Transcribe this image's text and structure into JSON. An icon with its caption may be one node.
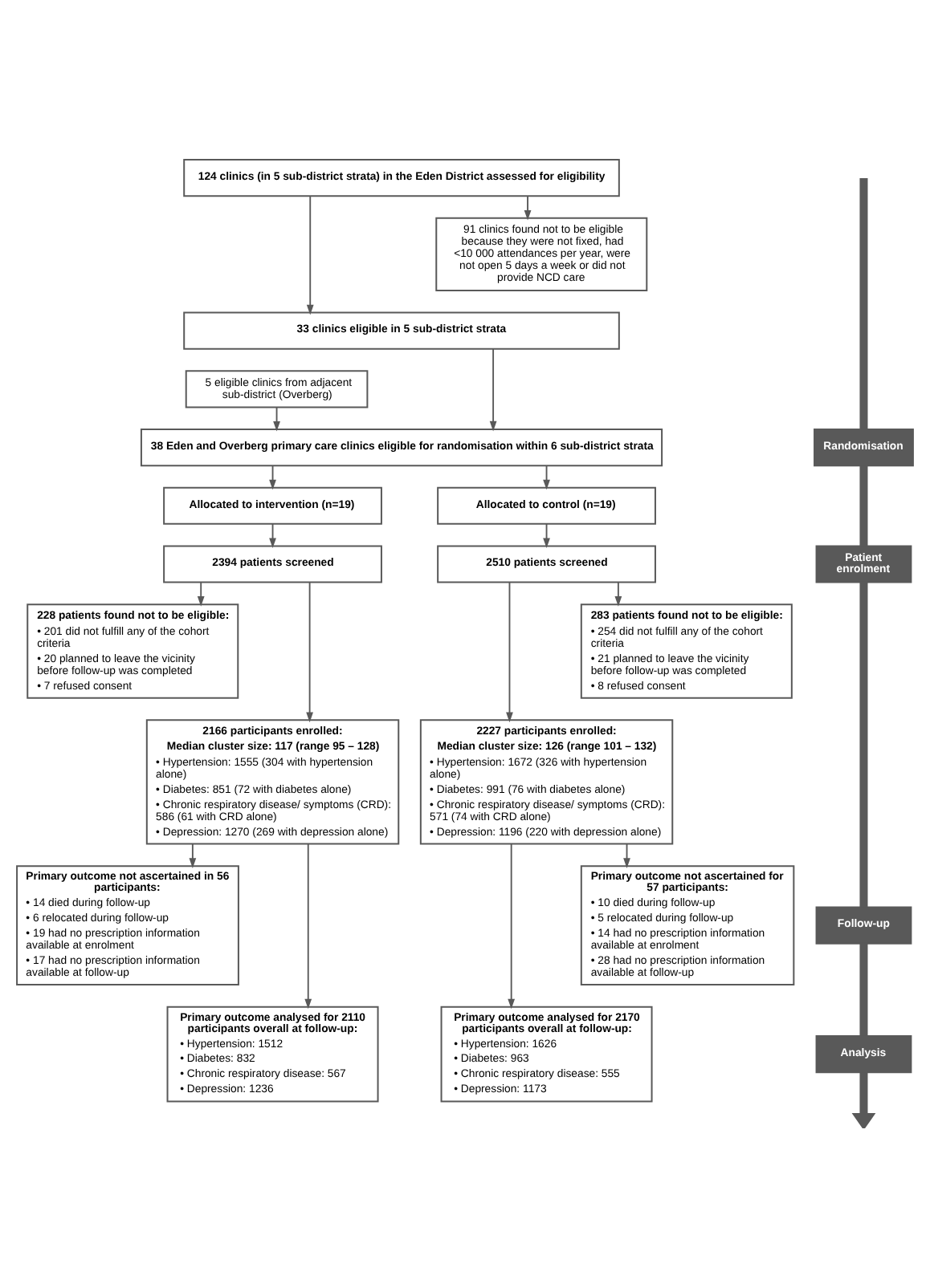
{
  "diagram": {
    "nodes": [
      {
        "text": [
          "124 clinics (in 5 sub-district strata) in the Eden District assessed for eligibility"
        ]
      },
      {
        "text": [
          "91 clinics found not to be eligible because they were not fixed, had <10 000 attendances per year, were not open 5 days a week or did not provide NCD care"
        ]
      },
      {
        "text": [
          "33 clinics eligible in 5 sub-district strata"
        ]
      },
      {
        "text": [
          "5 eligible clinics from adjacent sub-district (Overberg)"
        ]
      },
      {
        "text": [
          "38 Eden and Overberg primary care clinics eligible for randomisation within 6 sub-district strata"
        ]
      },
      {
        "text": [
          "Allocated to intervention (n=19)"
        ]
      },
      {
        "text": [
          "Allocated to control (n=19)"
        ]
      },
      {
        "text": [
          "2394 patients screened"
        ]
      },
      {
        "text": [
          "2510 patients screened"
        ]
      },
      {
        "text": [
          "228 patients found not to be eligible:",
          "• 201 did not fulfill any of the cohort criteria",
          "• 20 planned to leave the vicinity before follow-up was completed",
          "• 7 refused consent"
        ]
      },
      {
        "text": [
          "283 patients found not to be eligible:",
          "• 254 did not fulfill any of the cohort criteria",
          "• 21 planned to leave the vicinity before follow-up was completed",
          "• 8 refused consent"
        ]
      },
      {
        "text": [
          "2166 participants enrolled:",
          "Median cluster size: 117 (range 95 – 128)",
          "• Hypertension: 1555 (304 with hypertension alone)",
          "• Diabetes: 851 (72 with diabetes alone)",
          "• Chronic respiratory disease/ symptoms (CRD): 586 (61 with CRD alone)",
          "• Depression: 1270 (269 with depression alone)"
        ]
      },
      {
        "text": [
          "2227 participants enrolled:",
          "Median cluster size: 126 (range 101 – 132)",
          "• Hypertension: 1672 (326 with hypertension alone)",
          "• Diabetes: 991 (76 with diabetes alone)",
          "• Chronic respiratory disease/ symptoms (CRD): 571 (74 with CRD alone)",
          "• Depression: 1196 (220 with depression alone)"
        ]
      },
      {
        "text": [
          "Primary outcome not ascertained in 56 participants:",
          "• 14 died during follow-up",
          "• 6 relocated during follow-up",
          "• 19 had no prescription information available at enrolment",
          "• 17 had no prescription information available at follow-up"
        ]
      },
      {
        "text": [
          "Primary outcome not ascertained for 57 participants:",
          "• 10 died during follow-up",
          "• 5 relocated during follow-up",
          "• 14 had no prescription information available at enrolment",
          "• 28 had no prescription information available at follow-up"
        ]
      },
      {
        "text": [
          "Primary outcome analysed for 2110 participants overall at follow-up:",
          "• Hypertension: 1512",
          "• Diabetes: 832",
          "• Chronic respiratory disease: 567",
          "• Depression: 1236"
        ]
      },
      {
        "text": [
          "Primary outcome analysed for 2170 participants overall at follow-up:",
          "• Hypertension: 1626",
          "• Diabetes: 963",
          "• Chronic respiratory disease: 555",
          "• Depression: 1173"
        ]
      },
      {
        "text": [
          "Randomisation"
        ]
      },
      {
        "text": [
          "Patient enrolment"
        ]
      },
      {
        "text": [
          "Follow-up"
        ]
      },
      {
        "text": [
          "Analysis"
        ]
      }
    ],
    "edges": [
      {
        "from": 0,
        "to": 2,
        "arrow": "to"
      },
      {
        "from": 0,
        "to": 1,
        "arrow": "to"
      },
      {
        "from": 2,
        "to": 4,
        "arrow": "to"
      },
      {
        "from": 3,
        "to": 4,
        "arrow": "to"
      },
      {
        "from": 4,
        "to": 5,
        "arrow": "to"
      },
      {
        "from": 4,
        "to": 6,
        "arrow": "to"
      },
      {
        "from": 5,
        "to": 7,
        "arrow": "to"
      },
      {
        "from": 6,
        "to": 8,
        "arrow": "to"
      },
      {
        "from": 7,
        "to": 9,
        "arrow": "to"
      },
      {
        "from": 7,
        "to": 11,
        "arrow": "to"
      },
      {
        "from": 8,
        "to": 12,
        "arrow": "to"
      },
      {
        "from": 8,
        "to": 10,
        "arrow": "to"
      },
      {
        "from": 11,
        "to": 13,
        "arrow": "to"
      },
      {
        "from": 11,
        "to": 15,
        "arrow": "to"
      },
      {
        "from": 12,
        "to": 16,
        "arrow": "to"
      },
      {
        "from": 12,
        "to": 14,
        "arrow": "to"
      },
      {
        "from": null,
        "to": 17,
        "arrow": "none",
        "style": "thick"
      },
      {
        "from": 17,
        "to": 18,
        "arrow": "none",
        "style": "thick"
      },
      {
        "from": 18,
        "to": 19,
        "arrow": "none",
        "style": "thick"
      },
      {
        "from": 19,
        "to": 20,
        "arrow": "none",
        "style": "thick"
      },
      {
        "from": 20,
        "to": null,
        "arrow": "to",
        "style": "thick"
      }
    ]
  }
}
